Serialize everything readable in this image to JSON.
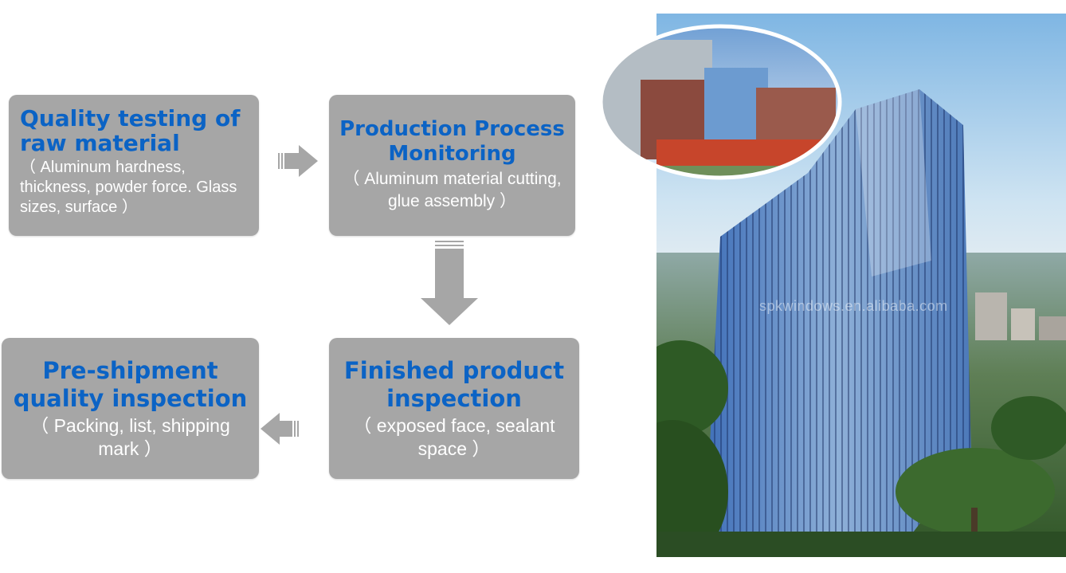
{
  "steps": [
    {
      "title": "Quality testing of raw material",
      "desc": "（ Aluminum hardness, thickness, powder force. Glass sizes, surface ）"
    },
    {
      "title": "Production Process Monitoring",
      "desc": "（ Aluminum material cutting, glue assembly ）"
    },
    {
      "title": "Finished product inspection",
      "desc": "（ exposed face, sealant space ）"
    },
    {
      "title": "Pre-shipment quality inspection",
      "desc": "（ Packing, list, shipping mark ）"
    }
  ],
  "colors": {
    "box": "#a6a6a6",
    "title": "#0b63c5",
    "arrow": "#a6a6a6"
  },
  "photo": {
    "watermark": "spkwindows.en.alibaba.com"
  }
}
